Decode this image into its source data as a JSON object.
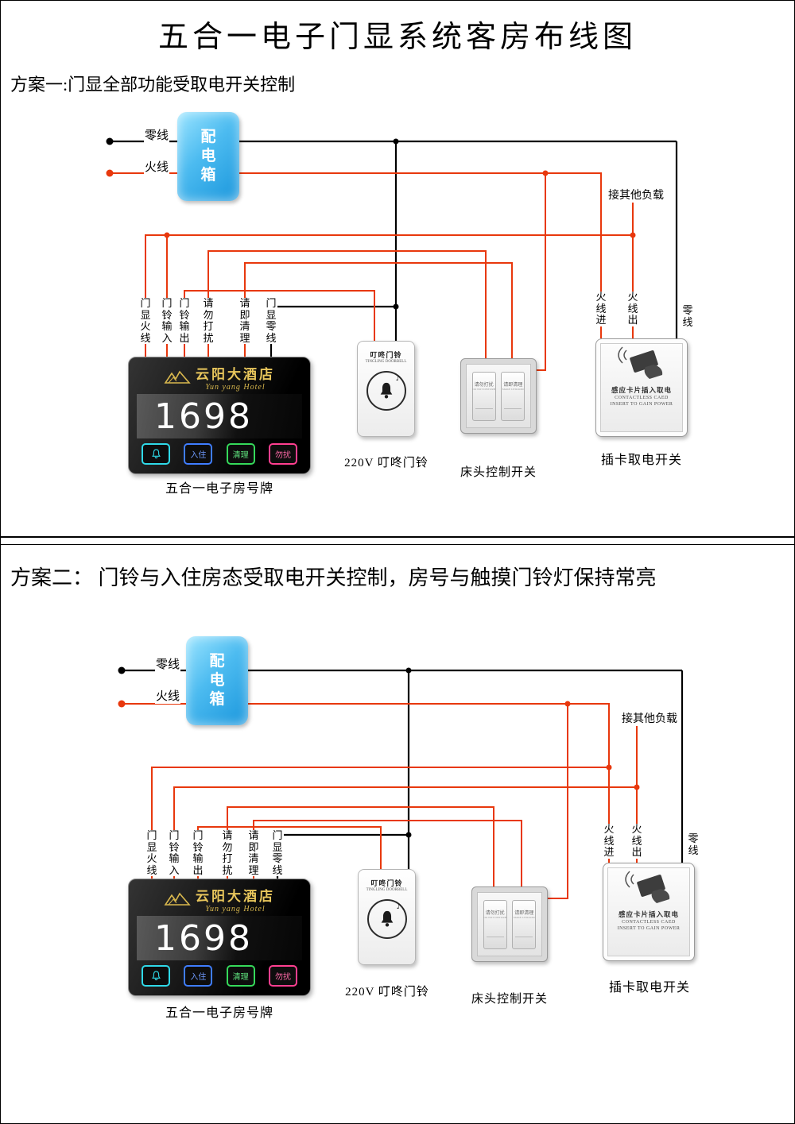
{
  "page_title": "五合一电子门显系统客房布线图",
  "scheme1": {
    "heading": "方案一:门显全部功能受取电开关控制"
  },
  "scheme2": {
    "heading": "方案二： 门铃与入住房态受取电开关控制，房号与触摸门铃灯保持常亮"
  },
  "wires": {
    "neutral_label": "零线",
    "live_label": "火线",
    "live_in_label": "火线进",
    "live_out_label": "火线出",
    "neutral_out_label": "零线",
    "other_loads_label": "接其他负载",
    "panel_columns": [
      "门显火线",
      "门铃输入",
      "门铃输出",
      "请勿打扰",
      "请即清理",
      "门显零线"
    ],
    "live_color": "#e8380d",
    "neutral_color": "#000000"
  },
  "distribution_box": {
    "label": "配电箱"
  },
  "panel": {
    "hotel_name": "云阳大酒店",
    "hotel_name_en": "Yun yang Hotel",
    "room_number": "1698",
    "buttons": [
      {
        "name": "doorbell",
        "label": ""
      },
      {
        "name": "check-in",
        "label": "入住"
      },
      {
        "name": "clean-up",
        "label": "清理"
      },
      {
        "name": "do-not-disturb",
        "label": "勿扰"
      }
    ],
    "caption": "五合一电子房号牌"
  },
  "doorbell": {
    "name_cn": "叮咚门铃",
    "name_en": "TINGLING DOORBELL",
    "caption": "220V 叮咚门铃"
  },
  "bedside_switch": {
    "left_cn": "请勿打扰",
    "left_en": "DO NOT DISTURB",
    "right_cn": "请即清理",
    "right_en": "MAKE UP ROOM",
    "caption": "床头控制开关"
  },
  "card_switch": {
    "cn": "感应卡片插入取电",
    "en1": "CONTACTLESS CAED",
    "en2": "INSERT TO GAIN POWER",
    "caption": "插卡取电开关"
  }
}
